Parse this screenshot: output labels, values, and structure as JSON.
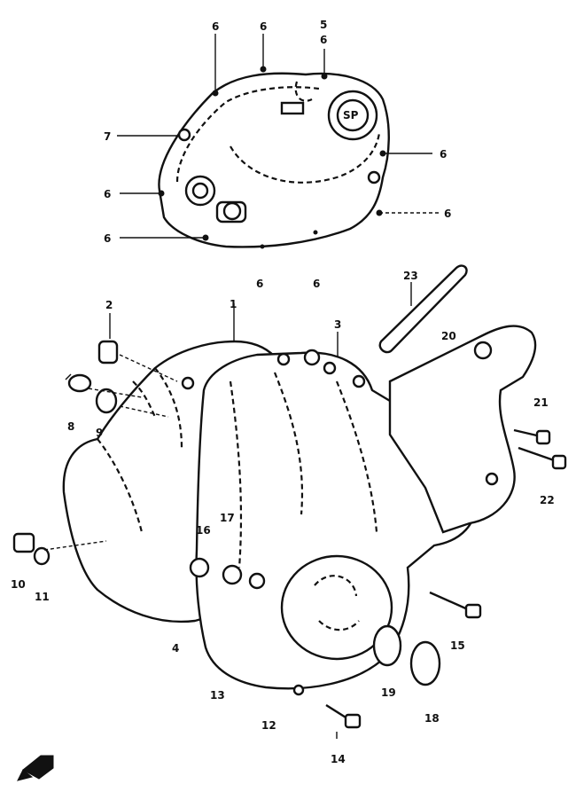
{
  "labels": {
    "l1": "1",
    "l2": "2",
    "l3": "3",
    "l4": "4",
    "l5": "5",
    "l6": "6",
    "l7": "7",
    "l8": "8",
    "l9": "9",
    "l10": "10",
    "l11": "11",
    "l12": "12",
    "l13": "13",
    "l14": "14",
    "l15": "15",
    "l16": "16",
    "l17": "17",
    "l18": "18",
    "l19": "19",
    "l20": "20",
    "l21": "21",
    "l22": "22",
    "l23": "23"
  },
  "icons": {
    "front_arrow": "front-direction-arrow-icon"
  }
}
